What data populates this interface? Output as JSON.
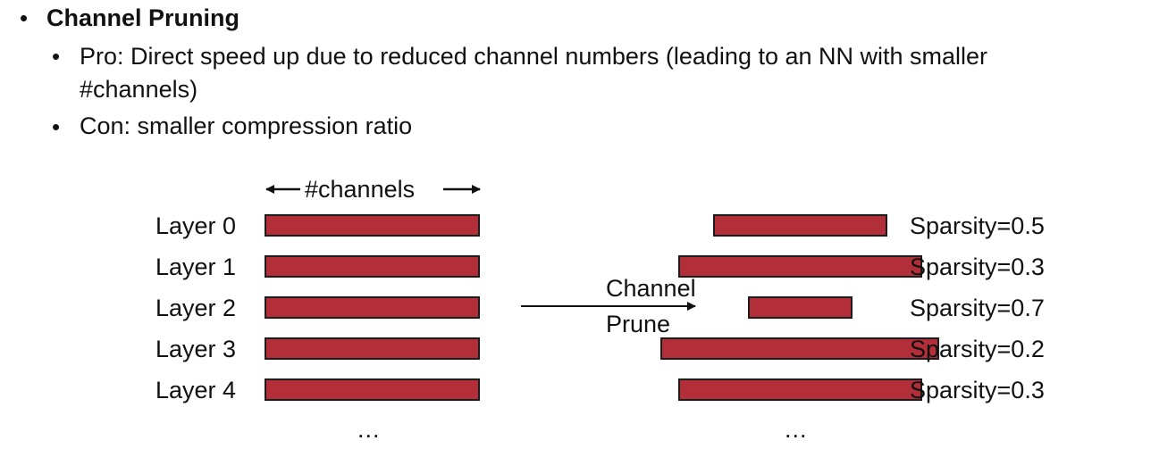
{
  "slide": {
    "heading": "Channel Pruning",
    "bullets": [
      {
        "line1": "Pro: Direct speed up due to reduced channel numbers (leading to an NN with smaller",
        "line2": "#channels)"
      },
      {
        "line1": "Con: smaller compression ratio"
      }
    ]
  },
  "diagram": {
    "channels_label": "#channels",
    "arrow_label_top": "Channel",
    "arrow_label_bottom": "Prune",
    "ellipsis": "...",
    "layers": [
      {
        "label": "Layer 0",
        "sparsity_text": "Sparsity=0.5",
        "sparsity": 0.5
      },
      {
        "label": "Layer 1",
        "sparsity_text": "Sparsity=0.3",
        "sparsity": 0.3
      },
      {
        "label": "Layer 2",
        "sparsity_text": "Sparsity=0.7",
        "sparsity": 0.7
      },
      {
        "label": "Layer 3",
        "sparsity_text": "Sparsity=0.2",
        "sparsity": 0.2
      },
      {
        "label": "Layer 4",
        "sparsity_text": "Sparsity=0.3",
        "sparsity": 0.3
      }
    ],
    "colors": {
      "bar_fill": "#b22e39",
      "bar_border": "#1c1c1c",
      "text": "#111111"
    }
  }
}
